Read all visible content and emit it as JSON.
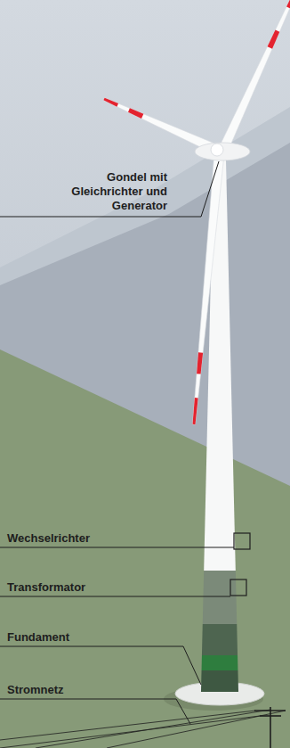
{
  "diagram": {
    "labels": [
      "Gondel mit Gleichrichter und Generator",
      "Wechselrichter",
      "Transformator",
      "Fundament",
      "Stromnetz"
    ]
  }
}
